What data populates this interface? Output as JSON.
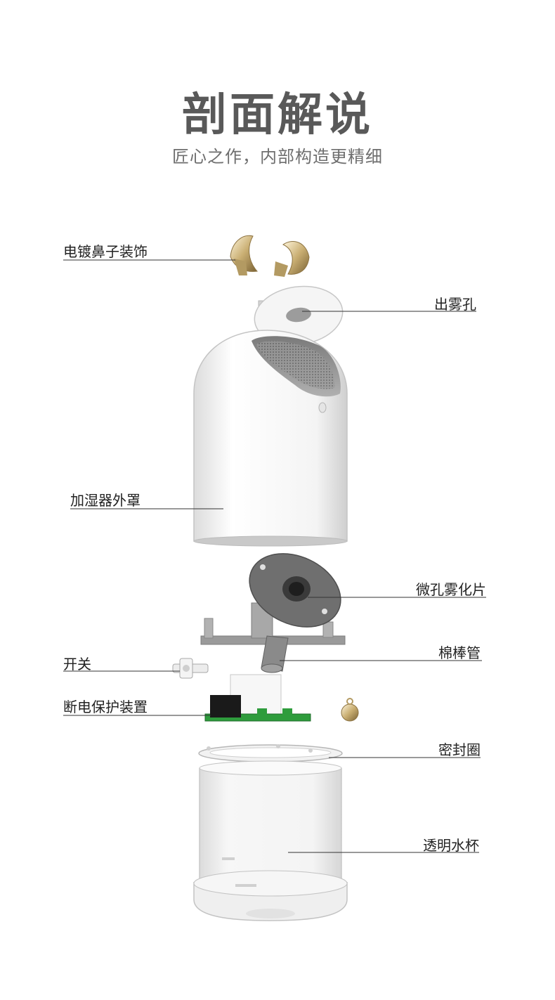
{
  "header": {
    "title": "剖面解说",
    "subtitle": "匠心之作，内部构造更精细"
  },
  "labels": {
    "nose_decor": "电镀鼻子装饰",
    "mist_outlet": "出雾孔",
    "outer_cover": "加湿器外罩",
    "atomizer": "微孔雾化片",
    "cotton_tube": "棉棒管",
    "switch": "开关",
    "power_protect": "断电保护装置",
    "seal_ring": "密封圈",
    "water_cup": "透明水杯"
  },
  "colors": {
    "title": "#595959",
    "subtitle": "#6e6e6e",
    "gold": "#d9c79a",
    "pcb_green": "#2e9c3c",
    "atomizer_gray": "#6c6c6c"
  }
}
